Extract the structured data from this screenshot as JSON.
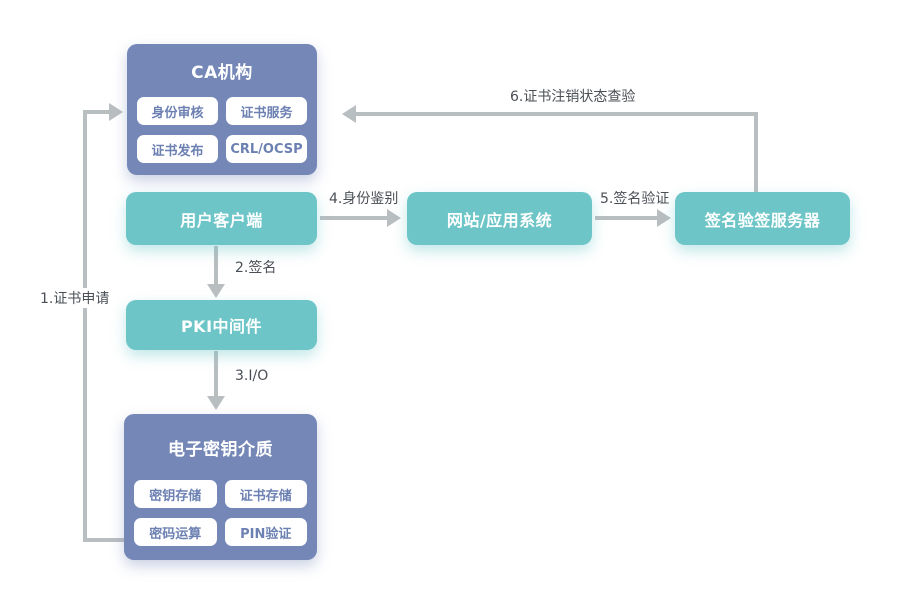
{
  "nodes": {
    "ca": {
      "title": "CA机构",
      "items": [
        "身份审核",
        "证书服务",
        "证书发布",
        "CRL/OCSP"
      ]
    },
    "client": {
      "title": "用户客户端"
    },
    "web": {
      "title": "网站/应用系统"
    },
    "signserver": {
      "title": "签名验签服务器"
    },
    "pki": {
      "title": "PKI中间件"
    },
    "token": {
      "title": "电子密钥介质",
      "items": [
        "密钥存储",
        "证书存储",
        "密码运算",
        "PIN验证"
      ]
    }
  },
  "edges": {
    "e1": "1.证书申请",
    "e2": "2.签名",
    "e3": "3.I/O",
    "e4": "4.身份鉴别",
    "e5": "5.签名验证",
    "e6": "6.证书注销状态查验"
  },
  "colors": {
    "node_purple": "#7487b7",
    "node_teal": "#6dc5c7",
    "arrow_gray": "#b9bec1",
    "label_text": "#4a4f55",
    "chip_text": "#6c80b2",
    "background": "#ffffff"
  }
}
